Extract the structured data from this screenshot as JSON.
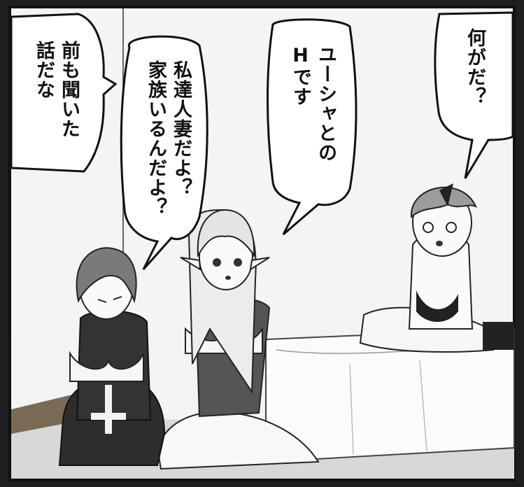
{
  "speech": {
    "bubble_1": "前も聞いた\n話だな",
    "bubble_2": "私達人妻だよ？\n家族いるんだよ？",
    "bubble_3": "ユーシャとの\nHです",
    "bubble_4": "何がだ？"
  },
  "colors": {
    "border": "#1a1a1a",
    "wall": "#f2f2f2",
    "floor": "#d9d9d9",
    "bubble": "#ffffff",
    "ink": "#111111"
  }
}
